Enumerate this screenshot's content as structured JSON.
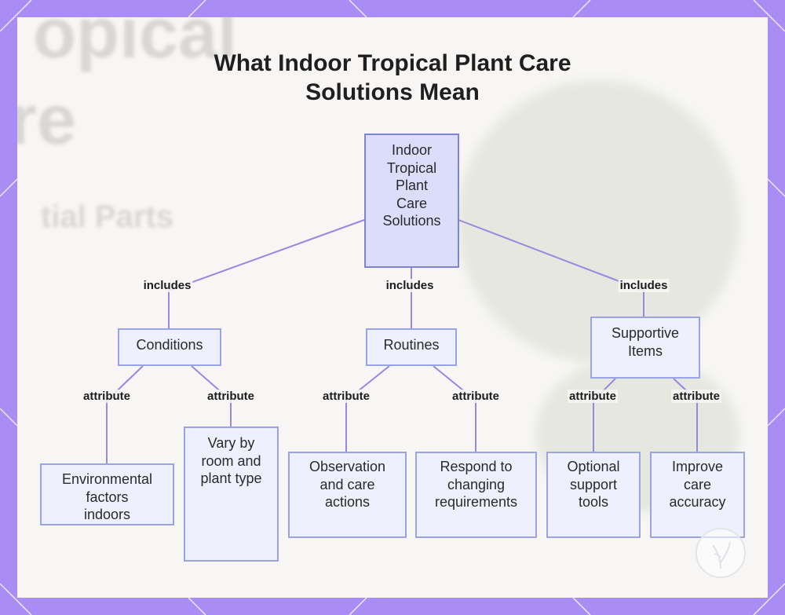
{
  "title_lines": [
    "What Indoor Tropical Plant Care",
    "Solutions Mean"
  ],
  "background_text": [
    "opical",
    "re",
    "tial Parts"
  ],
  "colors": {
    "frame": "#a98df5",
    "panel": "#f7f6f4",
    "node_fill": "#eef0fd",
    "node_border": "#9aa3e4",
    "root_fill": "#dcdcfb",
    "edge": "#9b86e0"
  },
  "nodes": {
    "root": [
      "Indoor",
      "Tropical",
      "Plant",
      "Care",
      "Solutions"
    ],
    "conditions": [
      "Conditions"
    ],
    "routines": [
      "Routines"
    ],
    "supportive": [
      "Supportive",
      "Items"
    ],
    "env": [
      "Environmental",
      "factors",
      "indoors"
    ],
    "vary": [
      "Vary by",
      "room and",
      "plant type"
    ],
    "observation": [
      "Observation",
      "and care",
      "actions"
    ],
    "respond": [
      "Respond to",
      "changing",
      "requirements"
    ],
    "optional": [
      "Optional",
      "support",
      "tools"
    ],
    "improve": [
      "Improve",
      "care",
      "accuracy"
    ]
  },
  "edge_labels": {
    "root_conditions": "includes",
    "root_routines": "includes",
    "root_supportive": "includes",
    "conditions_env": "attribute",
    "conditions_vary": "attribute",
    "routines_observation": "attribute",
    "routines_respond": "attribute",
    "supportive_optional": "attribute",
    "supportive_improve": "attribute"
  }
}
